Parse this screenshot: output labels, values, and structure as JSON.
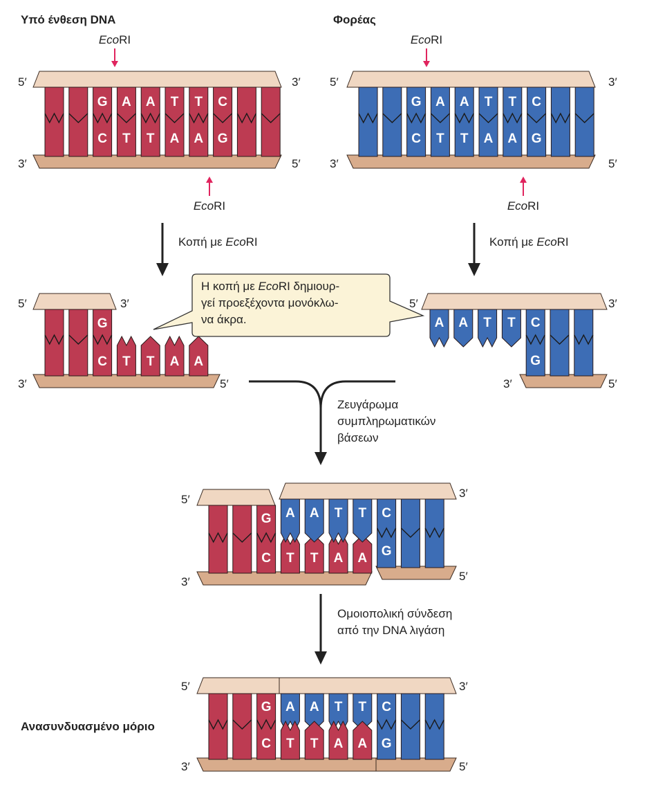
{
  "titles": {
    "insert": "Υπό ένθεση DNA",
    "vector": "Φορέας",
    "recombinant": "Ανασυνδυασμένο μόριο"
  },
  "enzyme": {
    "italic": "Eco",
    "rest": "RI"
  },
  "ends": {
    "five": "5′",
    "three": "3′"
  },
  "steps": {
    "cut": {
      "prefix": "Κοπή με ",
      "italic": "Eco",
      "rest": "RI"
    },
    "pairing": [
      "Ζευγάρωμα",
      "συμπληρωματικών",
      "βάσεων"
    ],
    "ligation": [
      "Ομοιοπολική σύνδεση",
      "από την DNA λιγάση"
    ]
  },
  "callout": [
    {
      "pre": "Η κοπή με ",
      "italic": "Eco",
      "post": "RI δημιουρ-"
    },
    {
      "pre": "γεί προεξέχοντα μονόκλω-",
      "italic": "",
      "post": ""
    },
    {
      "pre": "να άκρα.",
      "italic": "",
      "post": ""
    }
  ],
  "sequence": {
    "top": [
      "G",
      "A",
      "A",
      "T",
      "T",
      "C"
    ],
    "bottom": [
      "C",
      "T",
      "T",
      "A",
      "A",
      "G"
    ]
  },
  "colors": {
    "insert": "#bd3b52",
    "vector": "#3d6db5",
    "backbone_top": "#f0d7c2",
    "backbone_bottom": "#d8ac8c",
    "arrow_red": "#e0245e",
    "callout_fill": "#fbf3d7",
    "ink": "#222222"
  }
}
